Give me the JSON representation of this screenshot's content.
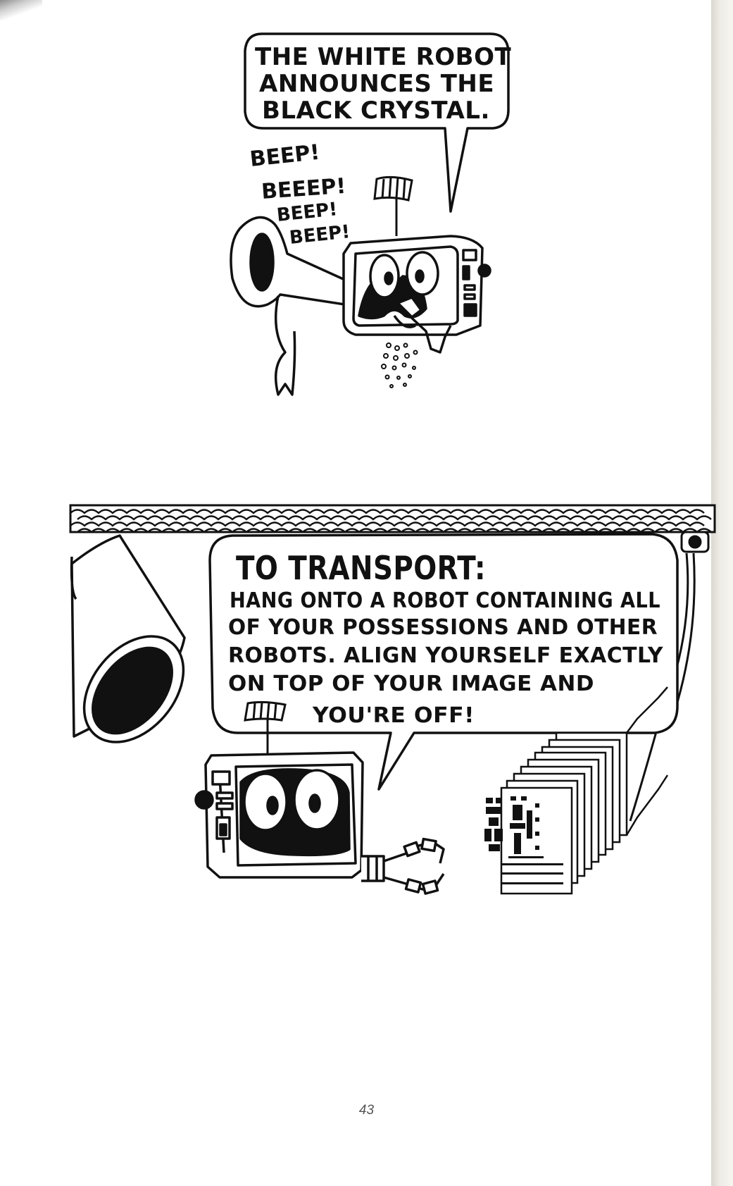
{
  "panel1": {
    "caption": [
      "THE WHITE ROBOT",
      "ANNOUNCES THE",
      "BLACK CRYSTAL."
    ],
    "sound_effects": [
      "BEEP!",
      "BEEEP!",
      "BEEP!",
      "BEEP!"
    ]
  },
  "panel2": {
    "heading": "TO TRANSPORT:",
    "body": [
      "HANG ONTO A ROBOT CONTAINING ALL",
      "OF YOUR POSSESSIONS AND OTHER",
      "ROBOTS. ALIGN YOURSELF EXACTLY",
      "ON TOP OF YOUR IMAGE AND",
      "YOU'RE OFF!"
    ]
  },
  "page_number": "43",
  "colors": {
    "ink": "#111111",
    "paper": "#ffffff"
  }
}
